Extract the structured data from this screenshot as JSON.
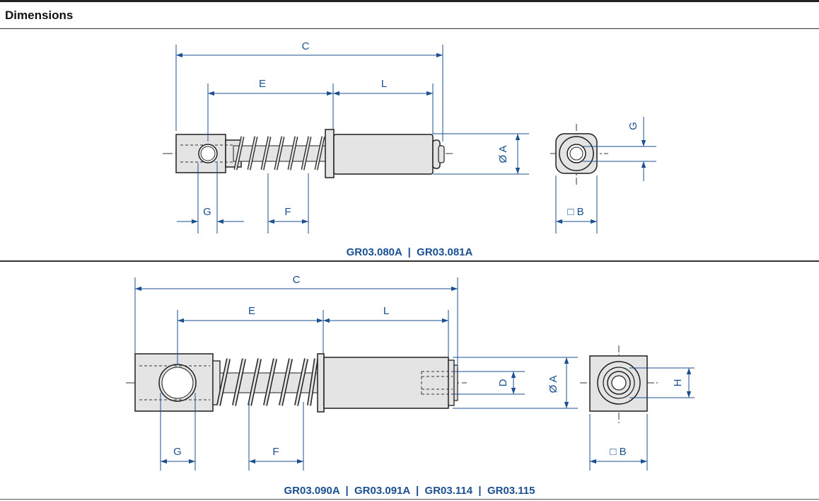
{
  "header": {
    "title": "Dimensions"
  },
  "diagram1": {
    "caption": "GR03.080A  |  GR03.081A",
    "labels": {
      "C": "C",
      "E": "E",
      "L": "L",
      "G": "G",
      "F": "F",
      "A": "Ø A",
      "B": "□ B",
      "G_side": "G"
    }
  },
  "diagram2": {
    "caption": "GR03.090A  |  GR03.091A  |  GR03.114  |  GR03.115",
    "labels": {
      "C": "C",
      "E": "E",
      "L": "L",
      "G": "G",
      "F": "F",
      "D": "D",
      "A": "Ø A",
      "B": "□ B",
      "H": "H"
    }
  },
  "colors": {
    "dimension": "#1a4f91",
    "part_fill": "#e4e4e4",
    "outline": "#1e1e1e"
  }
}
